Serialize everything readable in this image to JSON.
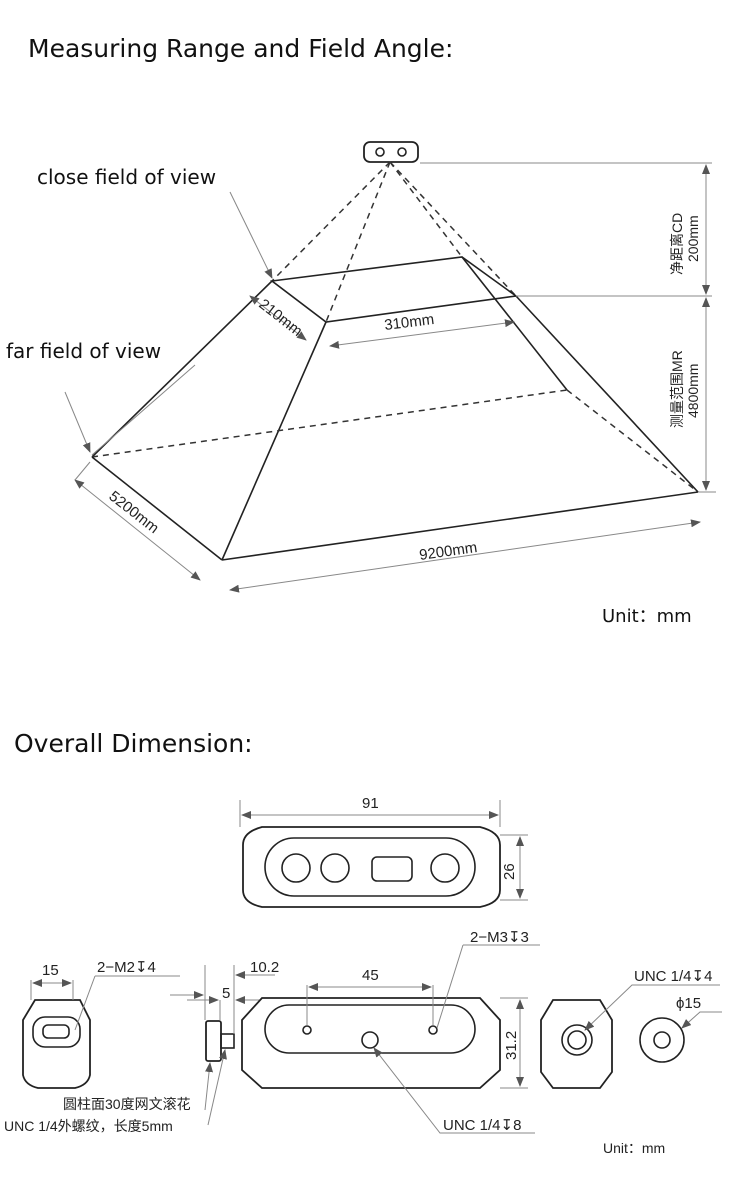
{
  "section1": {
    "title": "Measuring Range and Field Angle:",
    "close_label": "close field of view",
    "far_label": "far field of view",
    "close_depth": "210mm",
    "close_width": "310mm",
    "far_depth": "5200mm",
    "far_width": "9200mm",
    "cd_label": "净距离CD",
    "cd_value": "200mm",
    "mr_label": "测量范围MR",
    "mr_value": "4800mm",
    "unit": "Unit：mm"
  },
  "section2": {
    "title": "Overall Dimension:",
    "length": "91",
    "height_top": "26",
    "side_width": "15",
    "m2": "2−M2↧4",
    "m3": "2−M3↧3",
    "d102": "10.2",
    "d5": "5",
    "d45": "45",
    "d312": "31.2",
    "unc4": "UNC 1/4↧4",
    "phi15": "ϕ15",
    "unc8": "UNC 1/4↧8",
    "knurl": "圆柱面30度网文滚花",
    "thread": "UNC 1/4外螺纹，长度5mm",
    "unit": "Unit：mm"
  }
}
